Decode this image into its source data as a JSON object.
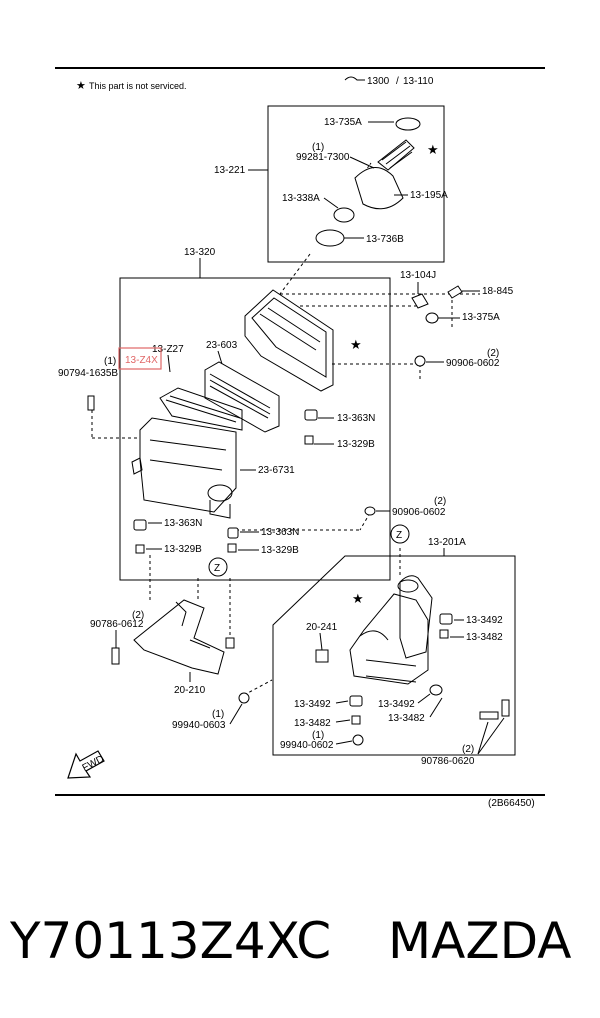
{
  "note": "This part is not serviced.",
  "header_ref": {
    "main": "1300",
    "sub": "13-110"
  },
  "labels": {
    "l13_735A": "13-735A",
    "l1_a": "(1)",
    "l99281": "99281-7300",
    "l13_221": "13-221",
    "l13_195A": "13-195A",
    "l13_338A": "13-338A",
    "l13_736B": "13-736B",
    "l13_320": "13-320",
    "l13_104J": "13-104J",
    "l18_845": "18-845",
    "l13_375A": "13-375A",
    "l13_Z27": "13-Z27",
    "l13_Z4X": "13-Z4X",
    "l23_603": "23-603",
    "l1_b": "(1)",
    "l90794": "90794-1635B",
    "l2_a": "(2)",
    "l90906_a": "90906-0602",
    "l13_363N_a": "13-363N",
    "l13_329B_a": "13-329B",
    "l23_6731": "23-6731",
    "l2_b": "(2)",
    "l90906_b": "90906-0602",
    "l13_363N_b": "13-363N",
    "l13_363N_c": "13-363N",
    "l13_329B_b": "13-329B",
    "l13_329B_c": "13-329B",
    "lZ_a": "Z",
    "lZ_b": "Z",
    "l13_201A": "13-201A",
    "l2_c": "(2)",
    "l90786_a": "90786-0612",
    "l20_241": "20-241",
    "l13_3492_a": "13-3492",
    "l13_3482_a": "13-3482",
    "l20_210": "20-210",
    "l1_c": "(1)",
    "l99940_a": "99940-0603",
    "l13_3492_b": "13-3492",
    "l13_3482_b": "13-3482",
    "l13_3492_c": "13-3492",
    "l13_3482_c": "13-3482",
    "l1_d": "(1)",
    "l99940_b": "99940-0602",
    "l2_d": "(2)",
    "l90786_b": "90786-0620",
    "fwd": "FWD",
    "code": "(2B66450)"
  },
  "footer": {
    "part_number": "Y70113Z4XC",
    "brand": "MAZDA"
  },
  "colors": {
    "highlight": "#e06666",
    "ink": "#000000"
  }
}
